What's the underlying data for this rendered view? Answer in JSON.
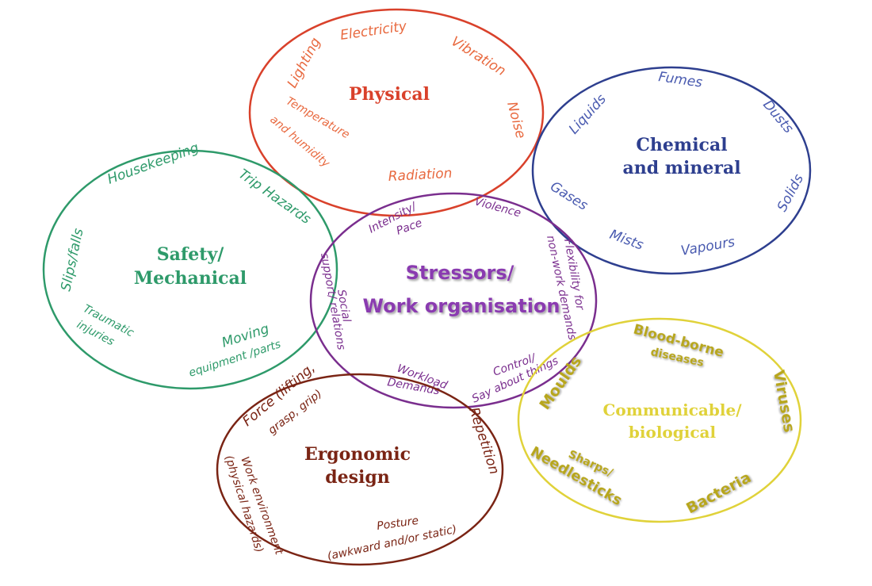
{
  "diagram": {
    "colors": {
      "physical": "#d9412b",
      "physical_items": "#e8693f",
      "chemical": "#2e3f8f",
      "chemical_items": "#4a5bb0",
      "safety": "#2e9a6a",
      "stress": "#7a2e8e",
      "stress_title": "#8a3ab0",
      "ergo": "#7a2414",
      "comm": "#e0d23a",
      "comm_items": "#b7a61f"
    },
    "physical": {
      "title": "Physical",
      "items": [
        "Lighting",
        "Electricity",
        "Vibration",
        "Noise",
        "Radiation",
        "Temperature",
        "and humidity"
      ]
    },
    "chemical": {
      "title_line1": "Chemical",
      "title_line2": "and mineral",
      "items": [
        "Liquids",
        "Fumes",
        "Dusts",
        "Gases",
        "Solids",
        "Mists",
        "Vapours"
      ]
    },
    "safety": {
      "title_line1": "Safety/",
      "title_line2": "Mechanical",
      "items": [
        "Housekeeping",
        "Trip Hazards",
        "Slips/falls",
        "Traumatic",
        "injuries",
        "Moving",
        "equipment /parts"
      ]
    },
    "stressors": {
      "title_line1": "Stressors/",
      "title_line2": "Work organisation",
      "items": [
        "Intensity/",
        "Pace",
        "Violence",
        "Flexibility for",
        "non-work demands",
        "Social",
        "support/ relations",
        "Workload",
        "Demands",
        "Control/",
        "Say about things"
      ]
    },
    "ergonomic": {
      "title_line1": "Ergonomic",
      "title_line2": "design",
      "items": [
        "Force (lifting,",
        "grasp, grip)",
        "Repetition",
        "Work environment",
        "(physical hazards)",
        "Posture",
        "(awkward and/or static)"
      ]
    },
    "communicable": {
      "title_line1": "Communicable/",
      "title_line2": "biological",
      "items": [
        "Blood-borne",
        "diseases",
        "Moulds",
        "Viruses",
        "Sharps/",
        "Needlesticks",
        "Bacteria"
      ]
    }
  }
}
